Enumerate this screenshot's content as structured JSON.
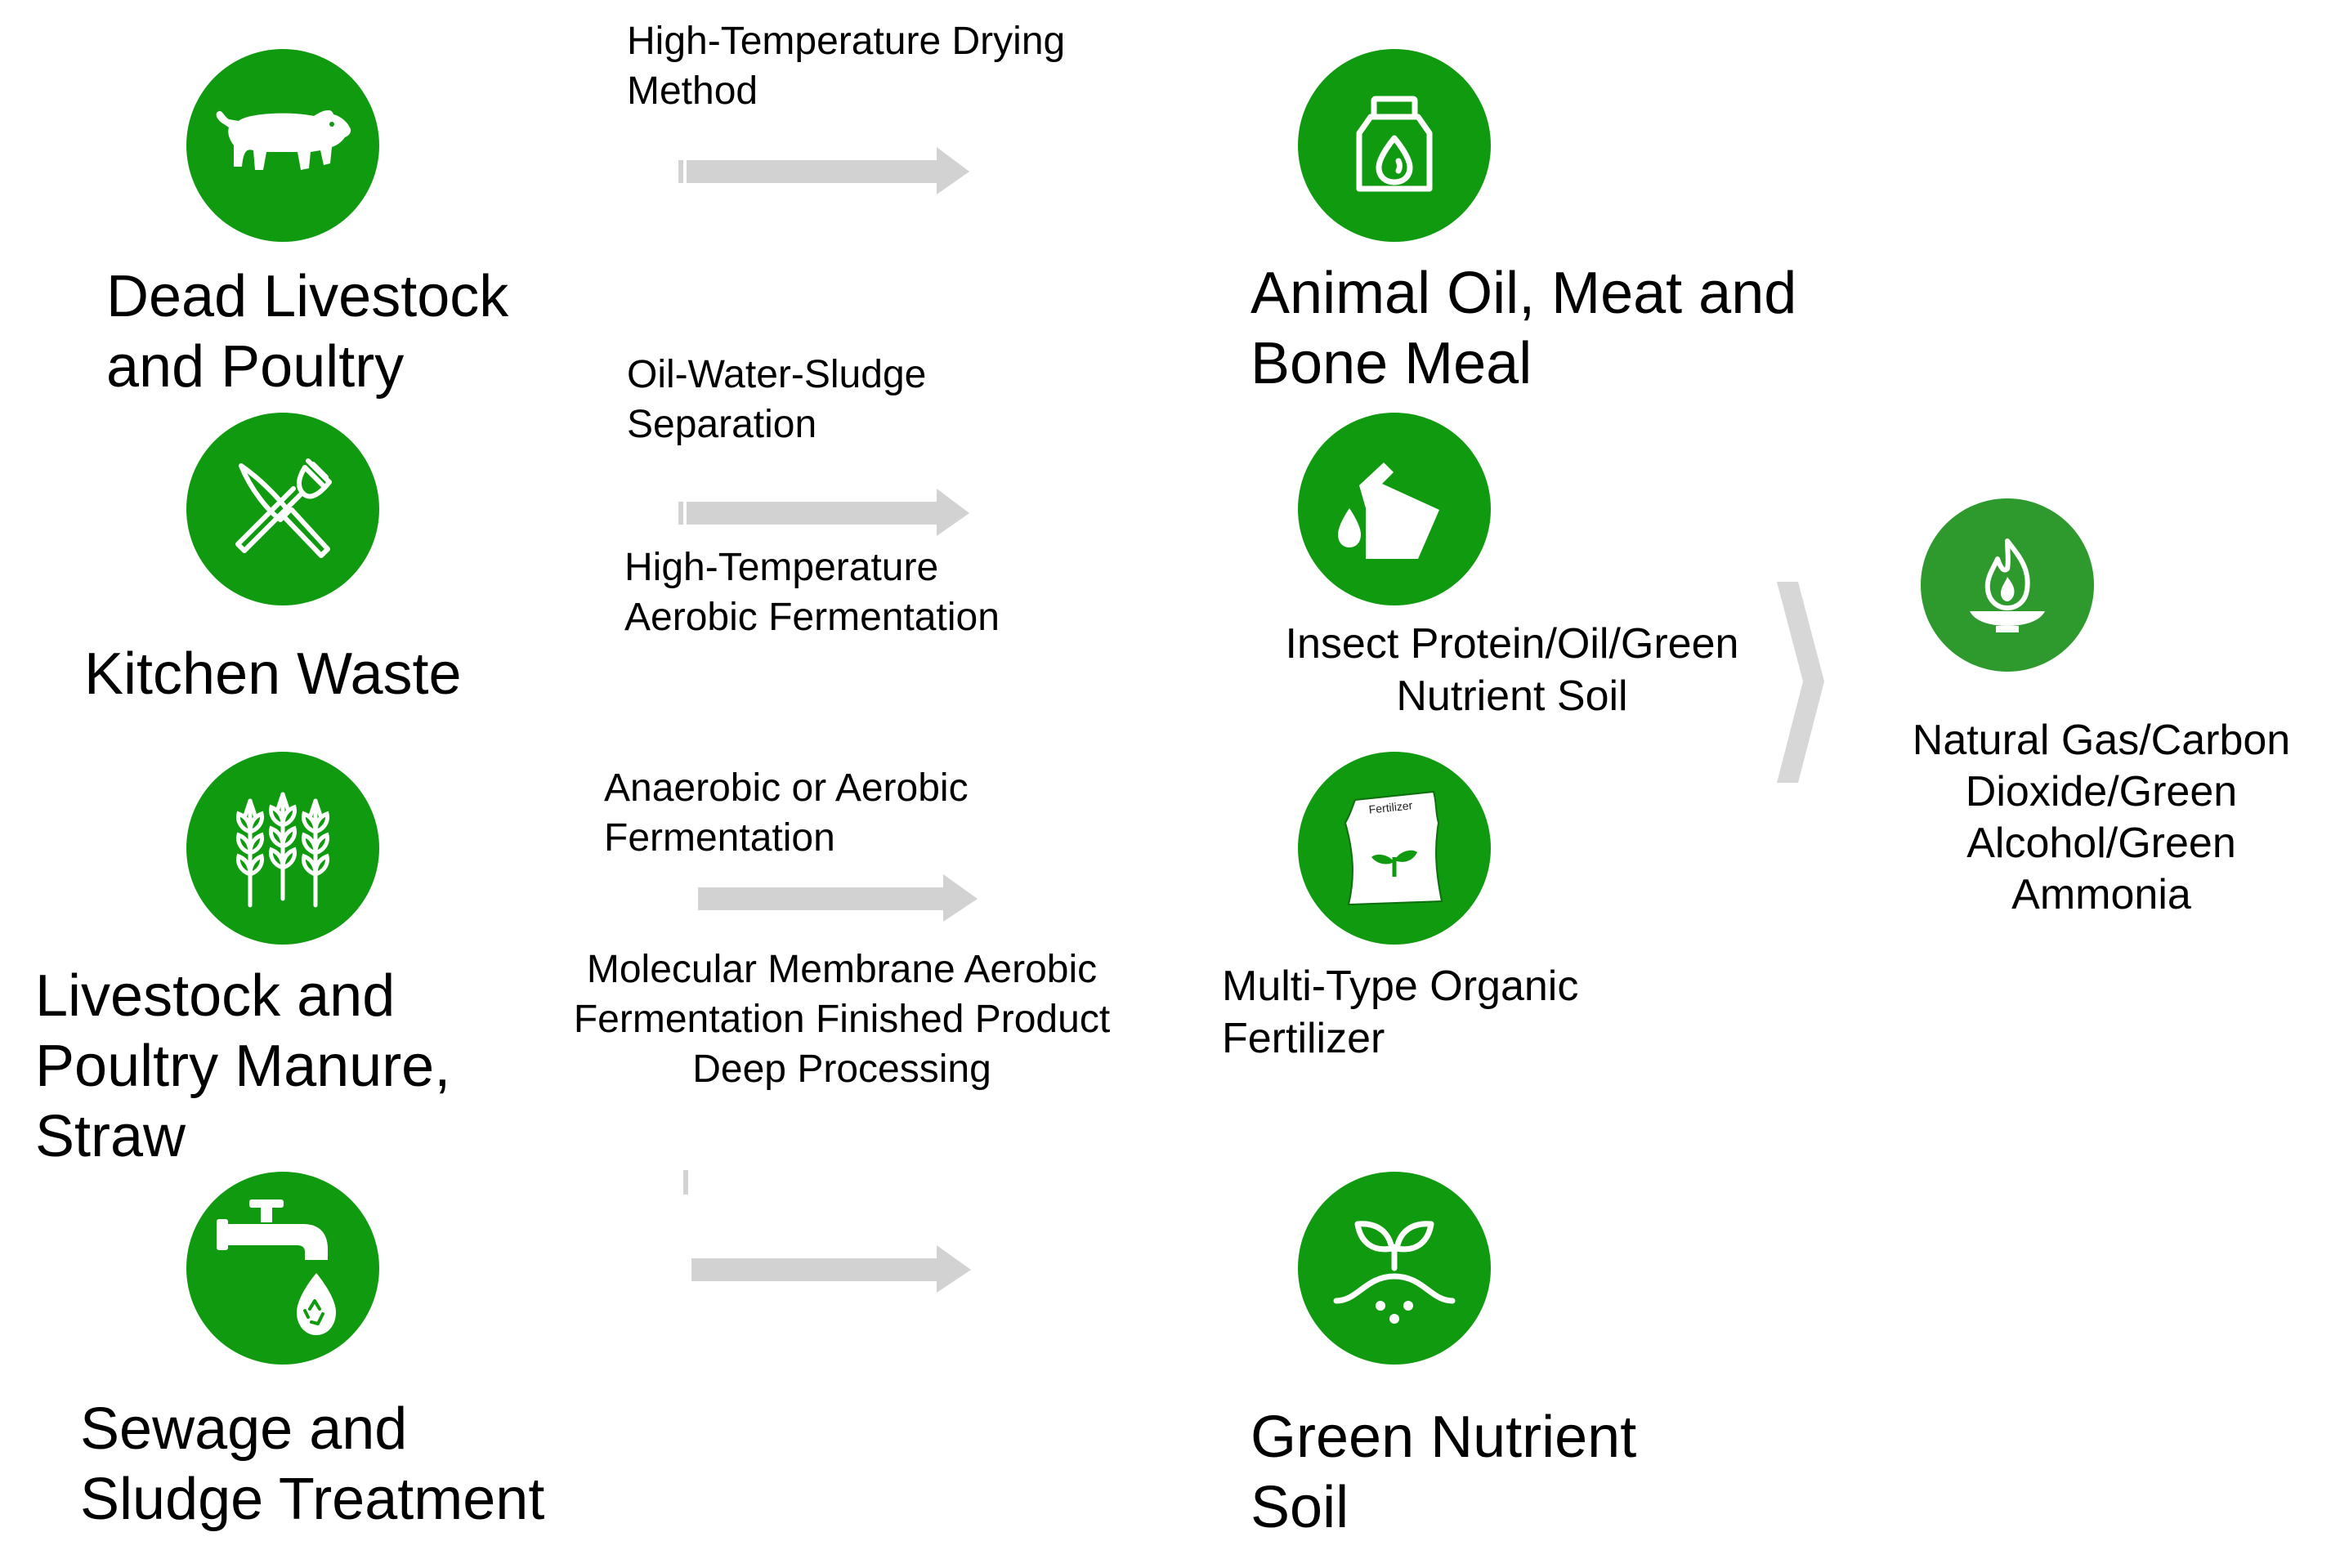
{
  "colors": {
    "accent_green": "#109a10",
    "arrow_gray": "#d2d2d2",
    "text": "#000000"
  },
  "inputs": [
    {
      "icon": "pig-icon",
      "label": "Dead Livestock\nand Poultry"
    },
    {
      "icon": "utensils-icon",
      "label": "Kitchen Waste"
    },
    {
      "icon": "wheat-icon",
      "label": "Livestock and\nPoultry Manure,\nStraw"
    },
    {
      "icon": "faucet-icon",
      "label": "Sewage and\nSludge Treatment"
    }
  ],
  "processes": [
    "High-Temperature Drying\nMethod",
    "Oil-Water-Sludge\nSeparation",
    "High-Temperature\nAerobic Fermentation",
    "Anaerobic or Aerobic\nFermentation",
    "Molecular Membrane Aerobic\nFermentation Finished Product\nDeep Processing"
  ],
  "outputs": [
    {
      "icon": "oil-jar-icon",
      "label": "Animal Oil, Meat and\nBone Meal"
    },
    {
      "icon": "oil-can-icon",
      "label": "Insect Protein/Oil/Green\nNutrient Soil"
    },
    {
      "icon": "fertilizer-bag-icon",
      "label": "Multi-Type Organic\nFertilizer",
      "bag_text": "Fertilizer"
    },
    {
      "icon": "leaf-soil-icon",
      "label": "Green Nutrient\nSoil"
    }
  ],
  "final": {
    "icon": "flame-icon",
    "label": "Natural Gas/Carbon\nDioxide/Green\nAlcohol/Green\nAmmonia"
  }
}
